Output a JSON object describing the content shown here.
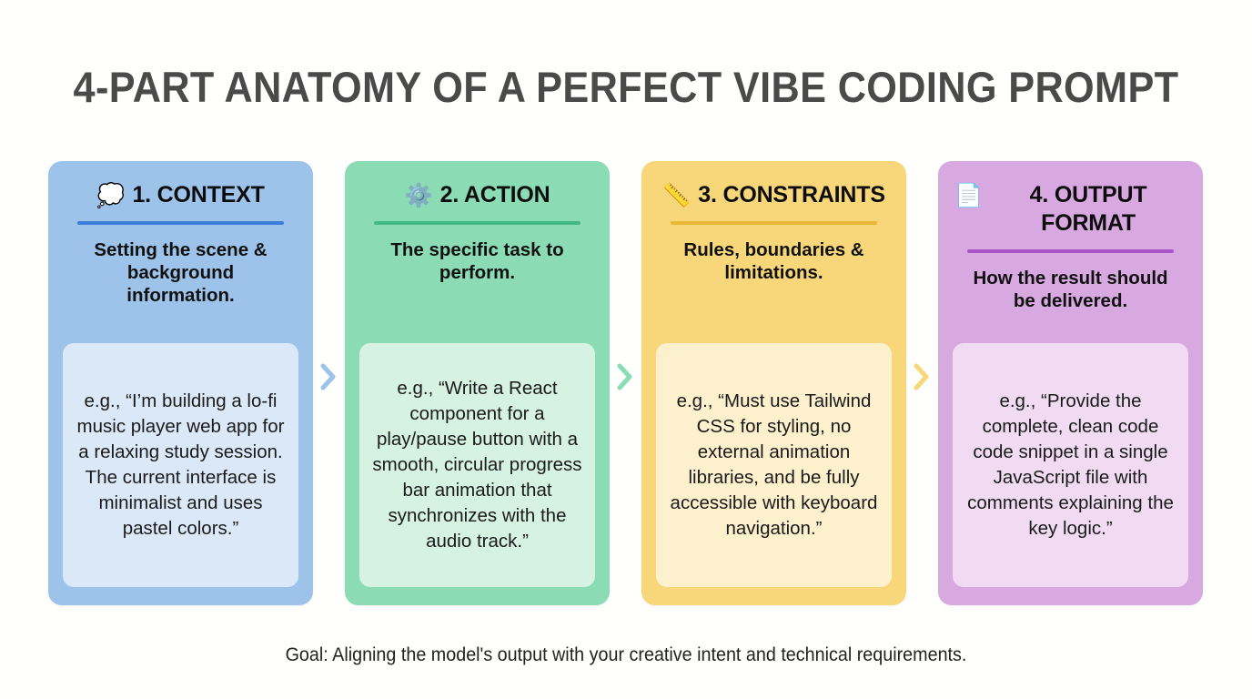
{
  "title": "4-PART ANATOMY OF A PERFECT VIBE CODING PROMPT",
  "footer": "Goal: Aligning the model's output with your creative intent and technical requirements.",
  "colors": {
    "background": "#fffffe",
    "title_text": "#4a4a4a",
    "card1_bg": "#9dc3ea",
    "card1_accent": "#3b7dd8",
    "card1_example_bg": "#dbe8f8",
    "card2_bg": "#8bdcb5",
    "card2_accent": "#42b883",
    "card2_example_bg": "#d5f2e3",
    "card3_bg": "#f7d779",
    "card3_accent": "#e8b838",
    "card3_example_bg": "#fcf0cd",
    "card4_bg": "#d8a8e0",
    "card4_accent": "#a855c8",
    "card4_example_bg": "#f0dbf3"
  },
  "cards": [
    {
      "icon": "thought-balloon-icon",
      "emoji": "💭",
      "title": "1. CONTEXT",
      "subtitle": "Setting the scene & background information.",
      "example": "e.g., “I’m building a lo-fi music player web app for a relaxing study session. The current interface is minimalist and uses pastel colors.”"
    },
    {
      "icon": "gear-icon",
      "emoji": "⚙️",
      "title": "2. ACTION",
      "subtitle": "The specific task to perform.",
      "example": "e.g., “Write a React component for a play/pause button with a smooth, circular progress bar animation that synchronizes with the audio track.”"
    },
    {
      "icon": "straight-ruler-icon",
      "emoji": "📏",
      "title": "3. CONSTRAINTS",
      "subtitle": "Rules, boundaries & limitations.",
      "example": "e.g., “Must use Tailwind CSS for styling, no external animation libraries, and be fully accessible with keyboard navigation.”"
    },
    {
      "icon": "page-document-icon",
      "emoji": "📄",
      "title": "4. OUTPUT FORMAT",
      "subtitle": "How the result should be delivered.",
      "example": "e.g., “Provide the complete, clean code code snippet in a single JavaScript file with comments explaining the key logic.”"
    }
  ],
  "connectors": [
    {
      "name": "chevron-right-icon",
      "color": "#9dc3ea"
    },
    {
      "name": "chevron-right-icon",
      "color": "#8bdcb5"
    },
    {
      "name": "chevron-right-icon",
      "color": "#f7d779"
    }
  ]
}
